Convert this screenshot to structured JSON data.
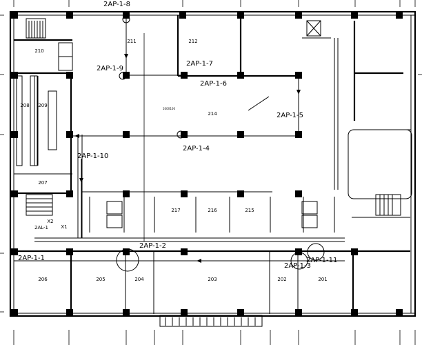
{
  "rooms": {
    "r201": "201",
    "r202": "202",
    "r203": "203",
    "r204": "204",
    "r205": "205",
    "r206": "206",
    "r207": "207",
    "r208": "208",
    "r209": "209",
    "r210": "210",
    "r211": "211",
    "r212": "212",
    "r214": "214",
    "r215": "215",
    "r216": "216",
    "r217": "217"
  },
  "panels": {
    "p1": "2AP-1-1",
    "p2": "2AP-1-2",
    "p3": "2AP-1-3",
    "p4": "2AP-1-4",
    "p5": "2AP-1-5",
    "p6": "2AP-1-6",
    "p7": "2AP-1-7",
    "p8": "2AP-1-8",
    "p9": "2AP-1-9",
    "p10": "2AP-1-10",
    "p11": "2AP-1-11",
    "al": "2AL-1",
    "x1": "X1",
    "x2": "X2"
  },
  "tray_label": "100X100",
  "colors": {
    "line": "#000000",
    "background": "#ffffff"
  }
}
